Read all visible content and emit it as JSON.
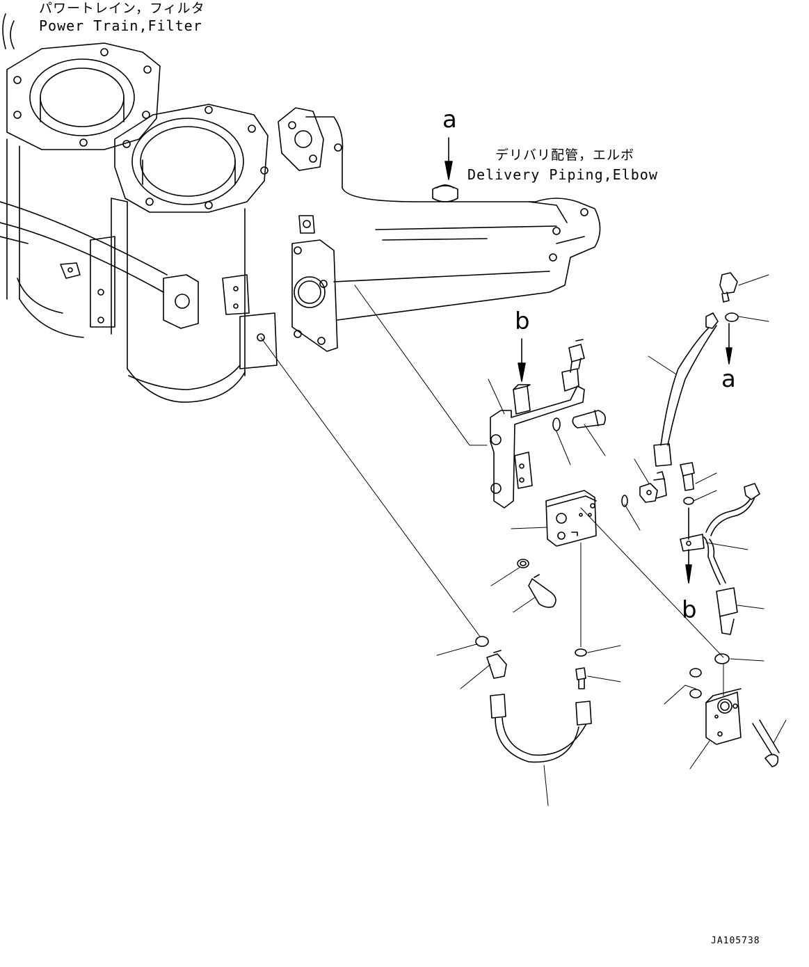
{
  "labels": {
    "filter_jp": "パワートレイン，フィルタ",
    "filter_en": "Power Train,Filter",
    "delivery_jp": "デリバリ配管，エルボ",
    "delivery_en": "Delivery Piping,Elbow",
    "view_a_top": "a",
    "view_a_side": "a",
    "view_b_top": "b",
    "view_b_side": "b",
    "drawing_code": "JA105738"
  },
  "colors": {
    "line": "#000000",
    "background": "#ffffff"
  }
}
